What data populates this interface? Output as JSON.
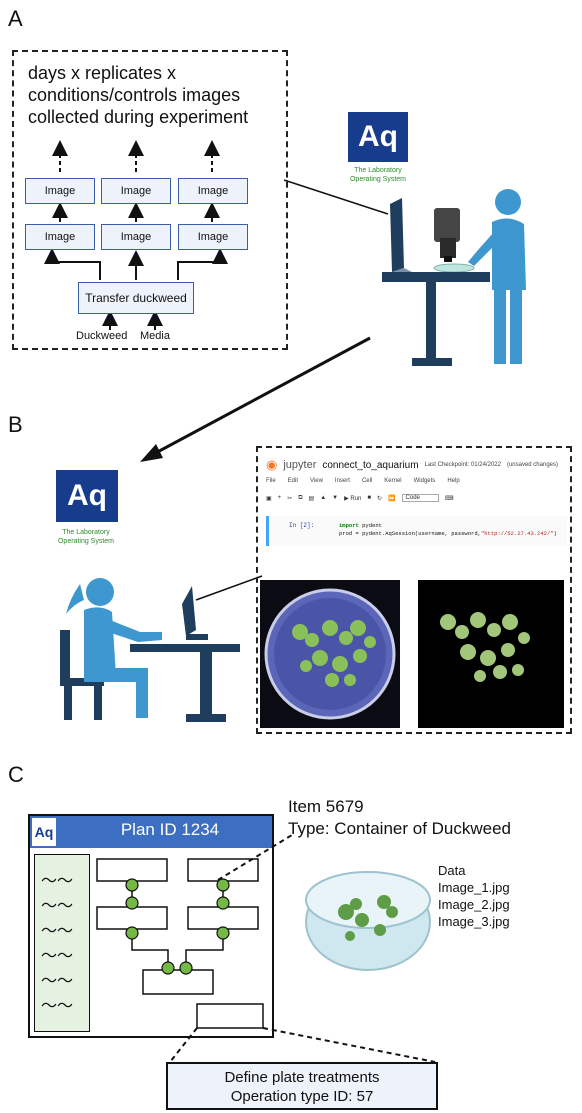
{
  "panels": {
    "a": {
      "letter": "A",
      "box_text_lines": [
        "days x replicates x",
        "conditions/controls images",
        "collected during experiment"
      ],
      "image_label": "Image",
      "transfer_label": "Transfer  duckweed",
      "inputs": [
        "Duckweed",
        "Media"
      ],
      "logo": {
        "text": "Aq",
        "subtitle_lines": [
          "The Laboratory",
          "Operating System"
        ]
      }
    },
    "b": {
      "letter": "B",
      "logo": {
        "text": "Aq",
        "subtitle_lines": [
          "The Laboratory",
          "Operating System"
        ]
      },
      "notebook": {
        "brand": "jupyter",
        "name": "connect_to_aquarium",
        "checkpoint": "Last Checkpoint: 01/24/2022",
        "unsaved": "(unsaved changes)",
        "menu": [
          "File",
          "Edit",
          "View",
          "Insert",
          "Cell",
          "Kernel",
          "Widgets",
          "Help"
        ],
        "run_label": "Run",
        "cell_type": "Code",
        "prompt": "In [2]:",
        "code_line1_keyword": "import",
        "code_line1_rest": " pydent",
        "code_line2_prefix": "prod = pydent.AqSession(username, password,",
        "code_line2_string": "\"http://52.27.43.242/\"",
        "code_line2_suffix": ")"
      }
    },
    "c": {
      "letter": "C",
      "plan_title": "Plan ID 1234",
      "logo_text": "Aq",
      "item_lines": [
        "Item 5679",
        "Type: Container of Duckweed"
      ],
      "data_lines": [
        "Data",
        "Image_1.jpg",
        "Image_2.jpg",
        "Image_3.jpg"
      ],
      "operation_lines": [
        "Define plate treatments",
        "Operation type ID: 57"
      ]
    }
  },
  "colors": {
    "aq_blue": "#173c8c",
    "aq_green": "#2f8a2f",
    "figure_blue": "#3f97d0",
    "desk_navy": "#1f3e5e",
    "node_border": "#3a5fa8",
    "node_fill": "#eef2fa",
    "plan_header": "#3c6fc1",
    "plan_sidebar": "#e5f1e1",
    "plan_node_green": "#75b845",
    "plate_fill": "#cfe7ef"
  }
}
